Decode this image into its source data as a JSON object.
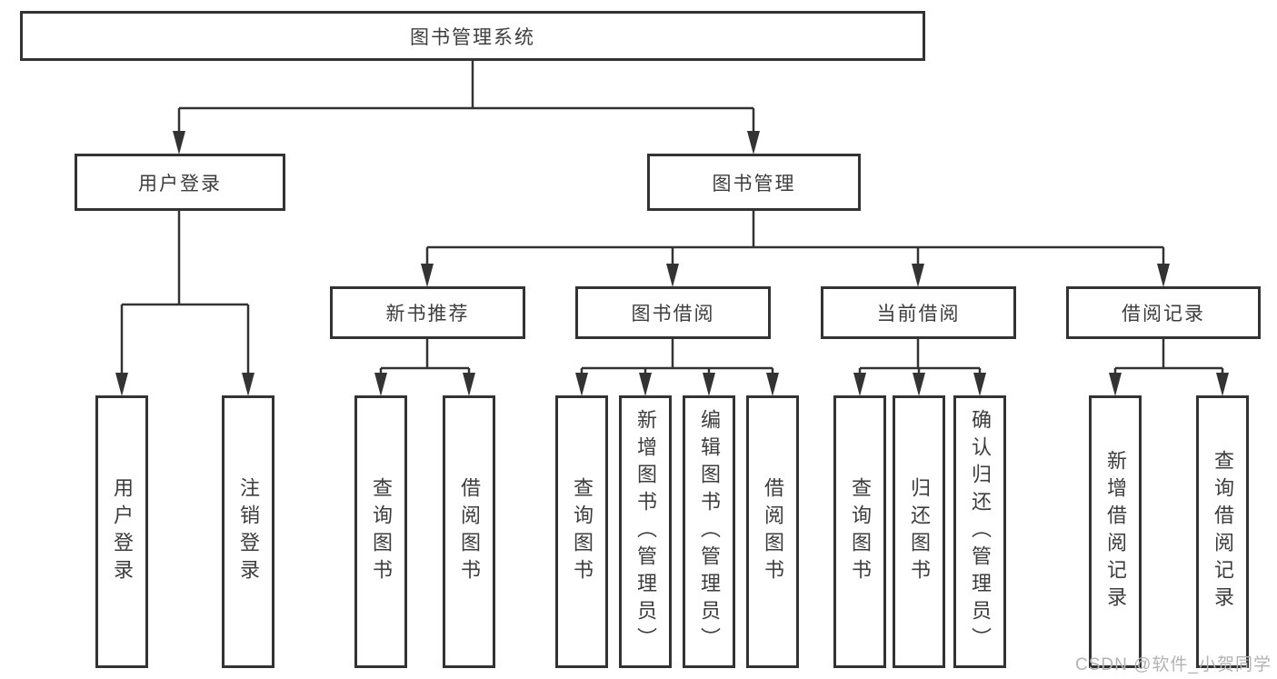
{
  "tree": {
    "root": {
      "label": "图书管理系统"
    },
    "branches": [
      {
        "label": "用户登录",
        "leaves": [
          {
            "label": "用户登录"
          },
          {
            "label": "注销登录"
          }
        ]
      },
      {
        "label": "图书管理",
        "groups": [
          {
            "label": "新书推荐",
            "leaves": [
              {
                "label": "查询图书"
              },
              {
                "label": "借阅图书"
              }
            ]
          },
          {
            "label": "图书借阅",
            "leaves": [
              {
                "label": "查询图书"
              },
              {
                "label": "新增图书（管理员）"
              },
              {
                "label": "编辑图书（管理员）"
              },
              {
                "label": "借阅图书"
              }
            ]
          },
          {
            "label": "当前借阅",
            "leaves": [
              {
                "label": "查询图书"
              },
              {
                "label": "归还图书"
              },
              {
                "label": "确认归还（管理员）"
              }
            ]
          },
          {
            "label": "借阅记录",
            "leaves": [
              {
                "label": "新增借阅记录"
              },
              {
                "label": "查询借阅记录"
              }
            ]
          }
        ]
      }
    ]
  },
  "watermark": {
    "text": "CSDN @软件_小贺同学"
  },
  "colors": {
    "line": "#333333",
    "text": "#3d3d3d",
    "watermark": "#b3b3b3",
    "background": "#ffffff"
  }
}
